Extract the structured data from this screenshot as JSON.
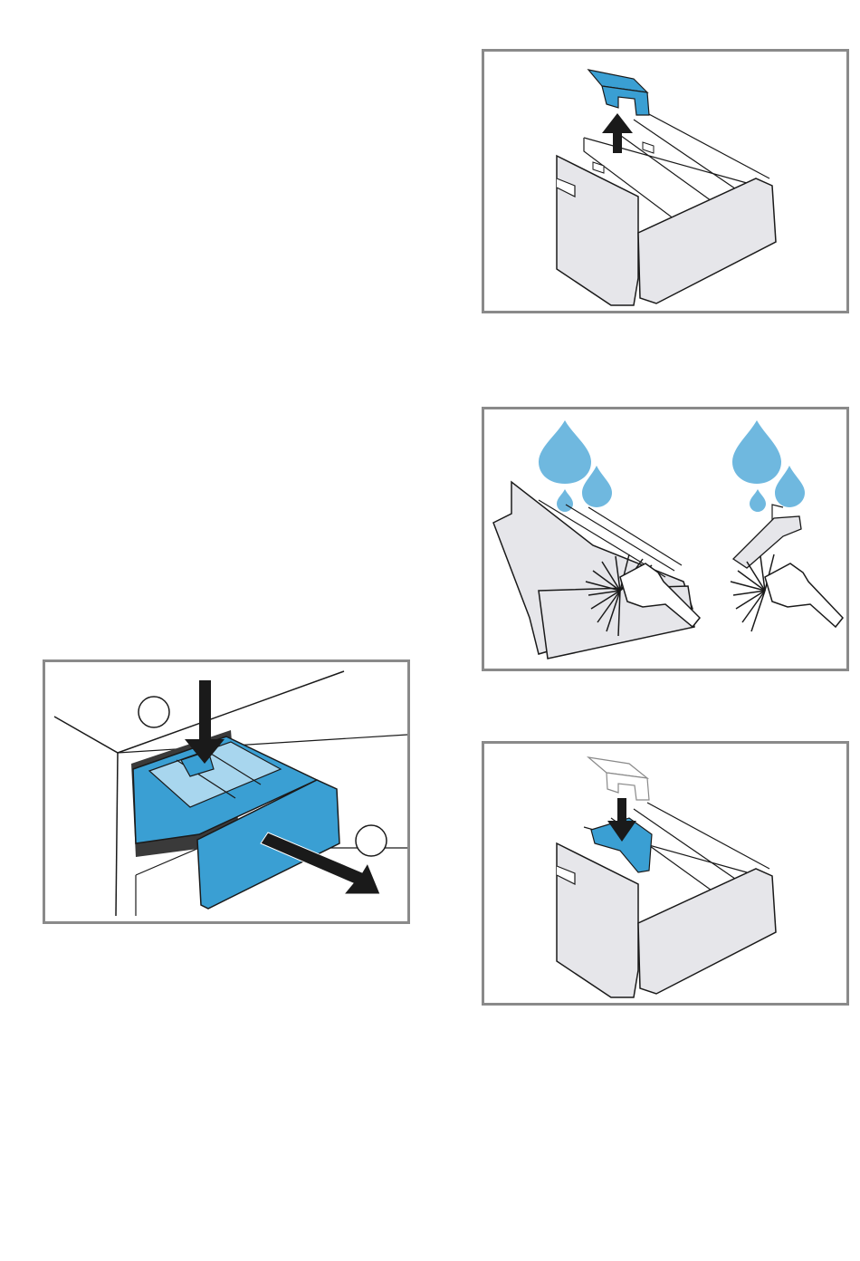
{
  "page": {
    "background": "#ffffff"
  },
  "colors": {
    "frame": "#8a8a8a",
    "accent_blue": "#3a9fd3",
    "light_blue": "#a8d6ee",
    "water_blue": "#6fb8df",
    "drawer_grey": "#e6e6ea",
    "outline": "#1a1a1a"
  },
  "figures": [
    {
      "id": "drawer-removal",
      "content": [
        "drawer",
        "arrow-press-down",
        "arrow-pull-out"
      ],
      "callouts": [
        "",
        ""
      ]
    },
    {
      "id": "lift-insert",
      "content": [
        "drawer",
        "softener-insert",
        "arrow-up"
      ]
    },
    {
      "id": "rinse-clean",
      "content": [
        "drawer",
        "insert",
        "water-drops",
        "brush",
        "hand"
      ]
    },
    {
      "id": "replace-insert",
      "content": [
        "drawer",
        "softener-insert",
        "arrow-down"
      ]
    }
  ]
}
